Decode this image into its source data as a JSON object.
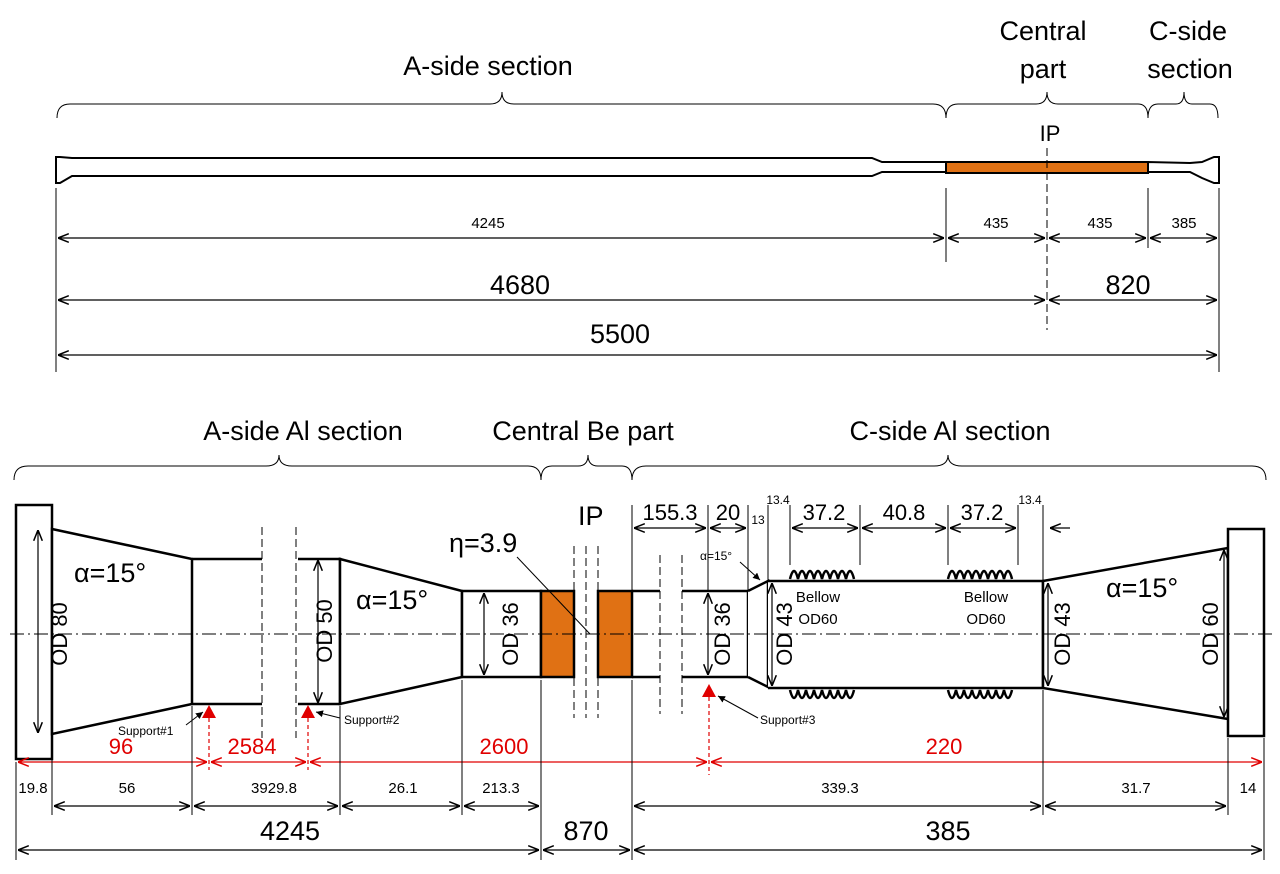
{
  "top": {
    "labels": {
      "a_side": "A-side section",
      "central_1": "Central",
      "central_2": "part",
      "c_side_1": "C-side",
      "c_side_2": "section",
      "ip": "IP"
    },
    "dims": {
      "d4245": "4245",
      "d435a": "435",
      "d435b": "435",
      "d385": "385",
      "d4680": "4680",
      "d820": "820",
      "d5500": "5500"
    }
  },
  "bottom": {
    "labels": {
      "a_side": "A-side Al section",
      "central": "Central Be part",
      "c_side": "C-side Al section",
      "ip": "IP",
      "eta": "η=3.9",
      "alpha_left": "α=15°",
      "alpha_mid": "α=15°",
      "alpha_right": "α=15°",
      "alpha_small": "α=15°",
      "od80": "OD 80",
      "od50": "OD 50",
      "od36a": "OD 36",
      "od36b": "OD 36",
      "od43a": "OD 43",
      "od43b": "OD 43",
      "od60": "OD 60",
      "bellow1_a": "Bellow",
      "bellow1_b": "OD60",
      "bellow2_a": "Bellow",
      "bellow2_b": "OD60",
      "support1": "Support#1",
      "support2": "Support#2",
      "support3": "Support#3"
    },
    "top_dims": {
      "d155_3": "155.3",
      "d20": "20",
      "d13": "13",
      "d13_4a": "13.4",
      "d37_2a": "37.2",
      "d40_8": "40.8",
      "d37_2b": "37.2",
      "d13_4b": "13.4"
    },
    "red_dims": {
      "r96": "96",
      "r2584": "2584",
      "r2600": "2600",
      "r220": "220"
    },
    "dims": {
      "d19_8": "19.8",
      "d56": "56",
      "d3929_8": "3929.8",
      "d26_1": "26.1",
      "d213_3": "213.3",
      "d339_3": "339.3",
      "d31_7": "31.7",
      "d14": "14",
      "d4245": "4245",
      "d870": "870",
      "d385": "385"
    },
    "colors": {
      "beryllium": "#e07114",
      "support_marker": "#e00000",
      "red_dimension": "#e00000"
    }
  }
}
